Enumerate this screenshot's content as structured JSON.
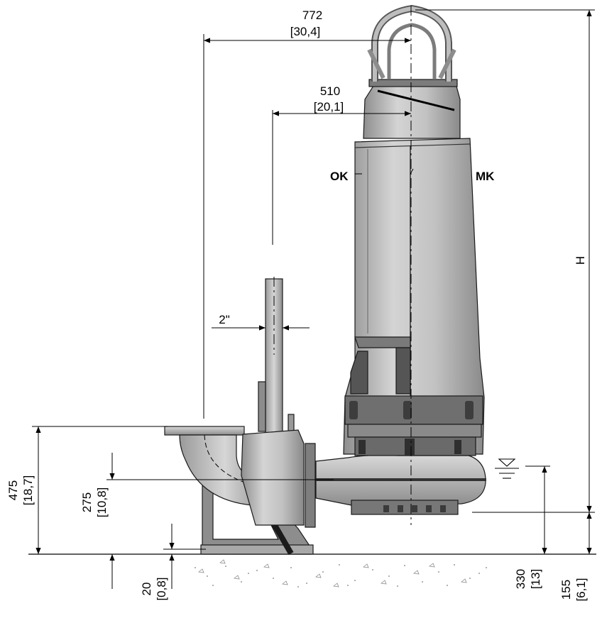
{
  "labels": {
    "ok": "OK",
    "mk": "MK",
    "h": "H",
    "pipe_size": "2\""
  },
  "dimensions": {
    "d772": {
      "mm": "772",
      "in": "[30,4]"
    },
    "d510": {
      "mm": "510",
      "in": "[20,1]"
    },
    "d475": {
      "mm": "475",
      "in": "[18,7]"
    },
    "d275": {
      "mm": "275",
      "in": "[10,8]"
    },
    "d20": {
      "mm": "20",
      "in": "[0,8]"
    },
    "d330": {
      "mm": "330",
      "in": "[13]"
    },
    "d155": {
      "mm": "155",
      "in": "[6,1]"
    }
  }
}
